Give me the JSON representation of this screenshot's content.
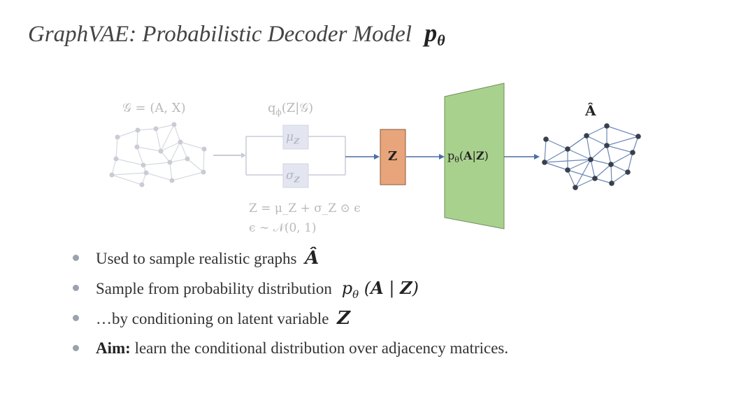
{
  "title": {
    "text": "GraphVAE: Probabilistic Decoder Model",
    "symbol": "p",
    "symbol_sub": "θ"
  },
  "diagram": {
    "input_graph_label": "𝒢 = (A, X)",
    "encoder_label": "q_ϕ(Z|𝒢)",
    "mu_label": "μ_Z",
    "sigma_label": "σ_Z",
    "reparam_eq": "Z = μ_Z + σ_Z ⊙ ϵ",
    "noise_eq": "ϵ ∼ 𝒩(0, 1)",
    "latent_label": "Z",
    "decoder_label": "p_θ(A|Z)",
    "output_label": "Â",
    "colors": {
      "latent_fill": "#e8a47a",
      "decoder_fill": "#a9d18e",
      "arrow": "#4a6fa5",
      "faded": "#c8ccd8",
      "node": "#3a3f4b",
      "edge": "#6c86b8"
    }
  },
  "bullets": [
    {
      "lead": "",
      "text": "Used to sample realistic graphs",
      "math": "Â"
    },
    {
      "lead": "",
      "text": "Sample from probability distribution",
      "math": "p_θ (A | Z)"
    },
    {
      "lead": "",
      "text": "…by conditioning on latent variable",
      "math": "Z"
    },
    {
      "lead": "Aim:",
      "text": " learn the conditional distribution over adjacency matrices.",
      "math": ""
    }
  ]
}
